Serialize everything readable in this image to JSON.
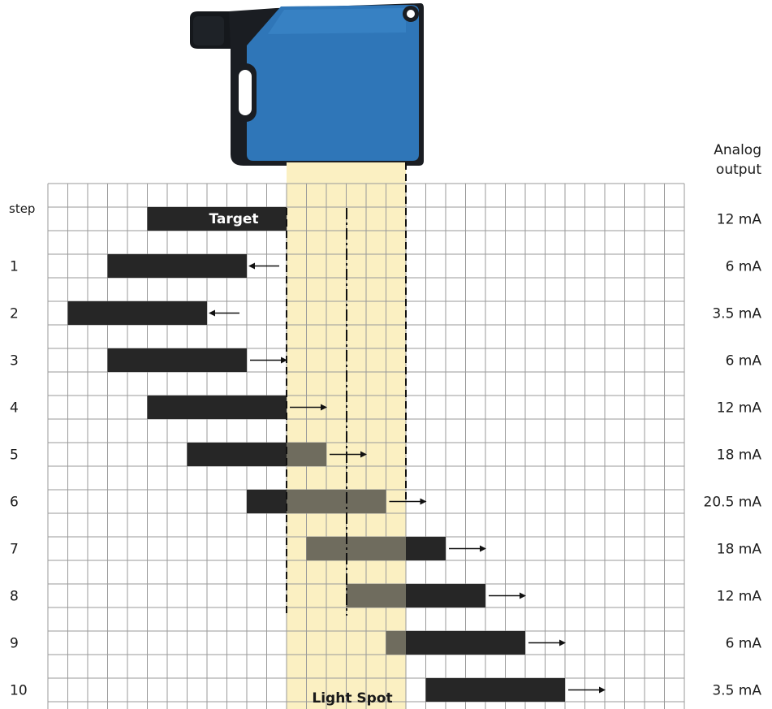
{
  "header": {
    "step_label": "step",
    "analog_output_label_line1": "Analog",
    "analog_output_label_line2": "output"
  },
  "labels": {
    "target": "Target",
    "light_spot": "Light Spot"
  },
  "colors": {
    "grid_line": "#9a9a9a",
    "light_spot_fill": "#fbf0c2",
    "target_bar": "#262626",
    "overlap_bar": "#6f6c5e",
    "sensor_body": "#2f76b8",
    "sensor_frame": "#1a1d22"
  },
  "steps": [
    {
      "label": "",
      "output": "12 mA",
      "target_start": 5,
      "target_end": 12,
      "direction": "none"
    },
    {
      "label": "1",
      "output": "6 mA",
      "target_start": 3,
      "target_end": 10,
      "direction": "left"
    },
    {
      "label": "2",
      "output": "3.5 mA",
      "target_start": 1,
      "target_end": 8,
      "direction": "left"
    },
    {
      "label": "3",
      "output": "6 mA",
      "target_start": 3,
      "target_end": 10,
      "direction": "right"
    },
    {
      "label": "4",
      "output": "12 mA",
      "target_start": 5,
      "target_end": 12,
      "direction": "right"
    },
    {
      "label": "5",
      "output": "18 mA",
      "target_start": 7,
      "target_end": 14,
      "direction": "right"
    },
    {
      "label": "6",
      "output": "20.5 mA",
      "target_start": 10,
      "target_end": 17,
      "direction": "right"
    },
    {
      "label": "7",
      "output": "18 mA",
      "target_start": 13,
      "target_end": 20,
      "direction": "right"
    },
    {
      "label": "8",
      "output": "12 mA",
      "target_start": 15,
      "target_end": 22,
      "direction": "right"
    },
    {
      "label": "9",
      "output": "6 mA",
      "target_start": 17,
      "target_end": 24,
      "direction": "right"
    },
    {
      "label": "10",
      "output": "3.5 mA",
      "target_start": 19,
      "target_end": 26,
      "direction": "right"
    }
  ],
  "light_spot_cells": {
    "start": 12,
    "end": 18
  }
}
